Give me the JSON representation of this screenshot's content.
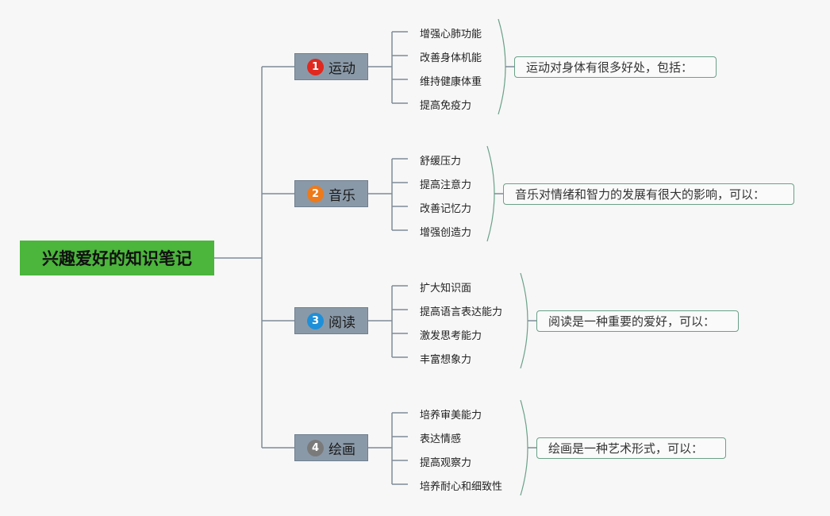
{
  "root": {
    "title": "兴趣爱好的知识笔记"
  },
  "colors": {
    "root_bg": "#4bb53c",
    "branch_bg": "#8a99a8",
    "line": "#7f8c99",
    "bracket": "#6aa188"
  },
  "branches": [
    {
      "label": "运动",
      "number": "1",
      "badge_color": "#e0281f",
      "items": [
        "增强心肺功能",
        "改善身体机能",
        "维持健康体重",
        "提高免疫力"
      ],
      "summary": "运动对身体有很多好处，包括："
    },
    {
      "label": "音乐",
      "number": "2",
      "badge_color": "#ee7a1a",
      "items": [
        "舒缓压力",
        "提高注意力",
        "改善记忆力",
        "增强创造力"
      ],
      "summary": "音乐对情绪和智力的发展有很大的影响，可以："
    },
    {
      "label": "阅读",
      "number": "3",
      "badge_color": "#1e8fd8",
      "items": [
        "扩大知识面",
        "提高语言表达能力",
        "激发思考能力",
        "丰富想象力"
      ],
      "summary": "阅读是一种重要的爱好，可以："
    },
    {
      "label": "绘画",
      "number": "4",
      "badge_color": "#7a7a7a",
      "items": [
        "培养审美能力",
        "表达情感",
        "提高观察力",
        "培养耐心和细致性"
      ],
      "summary": "绘画是一种艺术形式，可以："
    }
  ]
}
